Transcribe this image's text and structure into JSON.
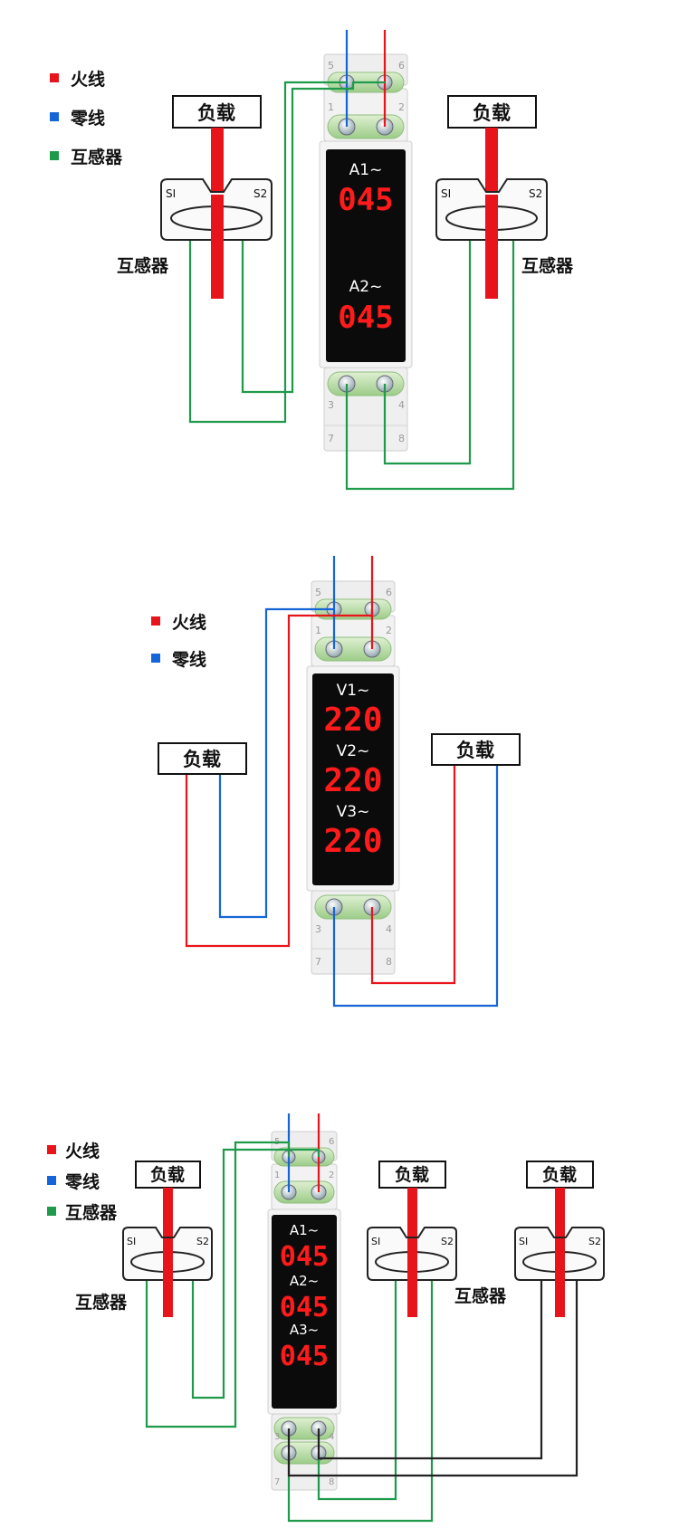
{
  "colors": {
    "live": "#e8141b",
    "neutral": "#1565d8",
    "ct_wire": "#1f9a4a",
    "black_wire": "#222222",
    "display": "#0b0b0b",
    "digits": "#ff1b1b"
  },
  "legend": {
    "live": "火线",
    "neutral": "零线",
    "ct": "互感器"
  },
  "load": "负载",
  "ct_label": "互感器",
  "ct_s1": "SI",
  "ct_s2": "S2",
  "pins": {
    "p1": "1",
    "p2": "2",
    "p3": "3",
    "p4": "4",
    "p5": "5",
    "p6": "6",
    "p7": "7",
    "p8": "8"
  },
  "diagram1": {
    "channels": [
      {
        "name": "A1~",
        "value": "045"
      },
      {
        "name": "A2~",
        "value": "045"
      }
    ]
  },
  "diagram2": {
    "channels": [
      {
        "name": "V1~",
        "value": "220"
      },
      {
        "name": "V2~",
        "value": "220"
      },
      {
        "name": "V3~",
        "value": "220"
      }
    ]
  },
  "diagram3": {
    "channels": [
      {
        "name": "A1~",
        "value": "045"
      },
      {
        "name": "A2~",
        "value": "045"
      },
      {
        "name": "A3~",
        "value": "045"
      }
    ]
  }
}
